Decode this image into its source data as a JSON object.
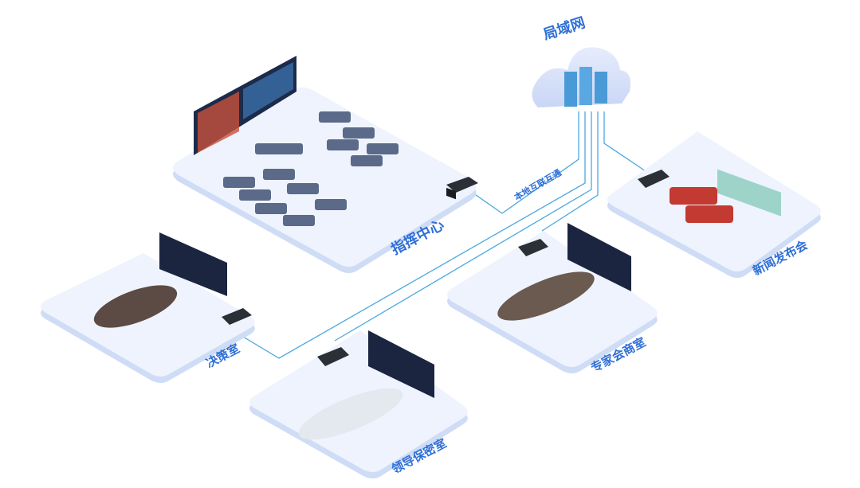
{
  "network": {
    "label": "局域网",
    "link_label": "本地互联互通"
  },
  "rooms": [
    {
      "id": "command",
      "label": "指挥中心"
    },
    {
      "id": "press",
      "label": "新闻发布会"
    },
    {
      "id": "decision",
      "label": "决策室"
    },
    {
      "id": "expert",
      "label": "专家会商室"
    },
    {
      "id": "secure",
      "label": "领导保密室"
    }
  ],
  "colors": {
    "accent": "#2f6fd6",
    "line": "#4aa8e0",
    "platform": "#eef3fd",
    "platform_edge": "#cfdcf6",
    "device": "#2b2f36"
  }
}
